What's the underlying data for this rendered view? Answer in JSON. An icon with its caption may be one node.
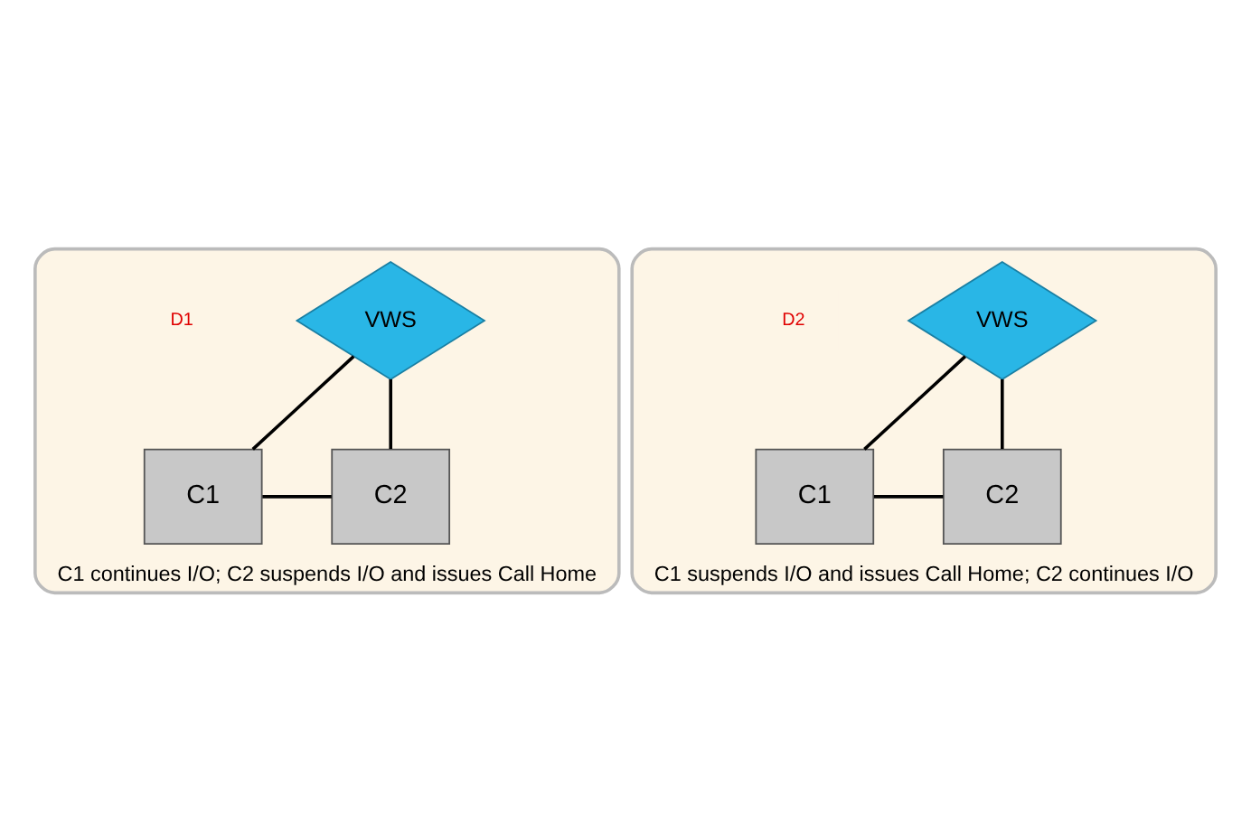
{
  "diagram": {
    "nodes": [
      {
        "text": [
          "C1 continues I/O; C2 suspends I/O and issues Call Home"
        ]
      },
      {
        "text": [
          "D1"
        ],
        "in": 0
      },
      {
        "text": [
          "VWS"
        ],
        "in": 0
      },
      {
        "text": [
          "C1"
        ],
        "in": 0
      },
      {
        "text": [
          "C2"
        ],
        "in": 0
      },
      {
        "text": [
          "C1 suspends I/O and issues Call Home; C2 continues I/O"
        ]
      },
      {
        "text": [
          "D2"
        ],
        "in": 5
      },
      {
        "text": [
          "VWS"
        ],
        "in": 5
      },
      {
        "text": [
          "C1"
        ],
        "in": 5
      },
      {
        "text": [
          "C2"
        ],
        "in": 5
      }
    ],
    "edges": [
      {
        "from": 2,
        "to": 3,
        "arrow": "none"
      },
      {
        "from": 2,
        "to": 4,
        "arrow": "none"
      },
      {
        "from": 3,
        "to": 4,
        "arrow": "none"
      },
      {
        "from": 7,
        "to": 8,
        "arrow": "none"
      },
      {
        "from": 7,
        "to": 9,
        "arrow": "none"
      },
      {
        "from": 8,
        "to": 9,
        "arrow": "none"
      }
    ]
  }
}
